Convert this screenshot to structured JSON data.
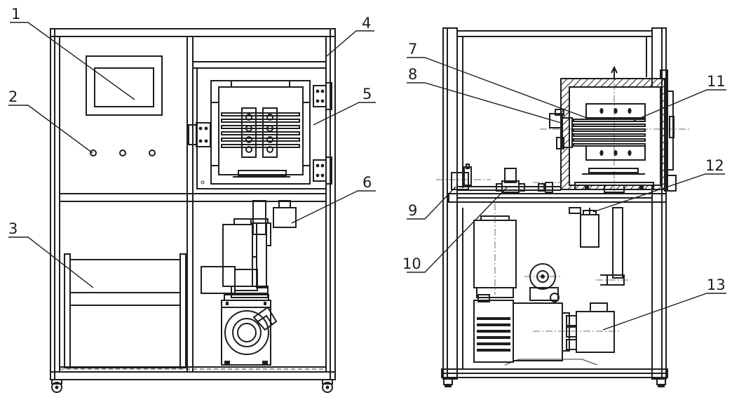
{
  "figure": {
    "labels": [
      {
        "id": "1",
        "text": "1"
      },
      {
        "id": "2",
        "text": "2"
      },
      {
        "id": "3",
        "text": "3"
      },
      {
        "id": "4",
        "text": "4"
      },
      {
        "id": "5",
        "text": "5"
      },
      {
        "id": "6",
        "text": "6"
      },
      {
        "id": "7",
        "text": "7"
      },
      {
        "id": "8",
        "text": "8"
      },
      {
        "id": "9",
        "text": "9"
      },
      {
        "id": "10",
        "text": "10"
      },
      {
        "id": "11",
        "text": "11"
      },
      {
        "id": "12",
        "text": "12"
      },
      {
        "id": "13",
        "text": "13"
      }
    ]
  }
}
